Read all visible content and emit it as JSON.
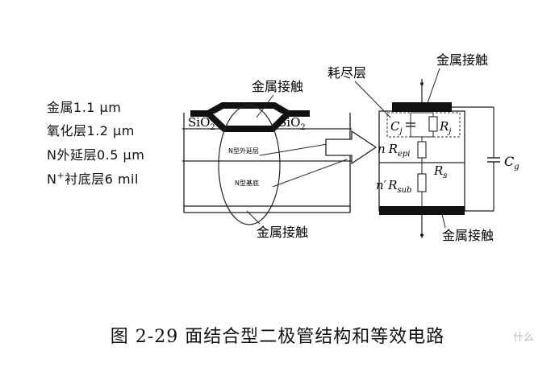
{
  "layers": [
    {
      "name": "金属",
      "value": "1.1 μm"
    },
    {
      "name": "氧化层",
      "value": "1.2 μm"
    },
    {
      "name": "N外延层",
      "value": "0.5 μm"
    },
    {
      "name_sup": "+",
      "name_base": "N",
      "name_rest": "衬底层",
      "value": "6 mil"
    }
  ],
  "cross_section": {
    "metal_contact_top": "金属接触",
    "metal_contact_bottom": "金属接触",
    "sio2_left_base": "SiO",
    "sio2_left_sub": "2",
    "sio2_right_base": "SiO",
    "sio2_right_sub": "2",
    "epi_region": "N型外延层",
    "substrate_region": "N型基底"
  },
  "circuit": {
    "depletion_label": "耗尽层",
    "metal_contact_top": "金属接触",
    "metal_contact_bottom": "金属接触",
    "cj": {
      "base": "C",
      "sub": "j"
    },
    "rj": {
      "base": "R",
      "sub": "j"
    },
    "repi": {
      "prefix": "n",
      "base": "R",
      "sub": "epi"
    },
    "rs": {
      "base": "R",
      "sub": "s"
    },
    "rsub": {
      "prefix": "n′",
      "base": "R",
      "sub": "sub"
    },
    "cg": {
      "base": "C",
      "sub": "g"
    }
  },
  "caption": "图 2-29    面结合型二极管结构和等效电路",
  "watermark": "什么"
}
